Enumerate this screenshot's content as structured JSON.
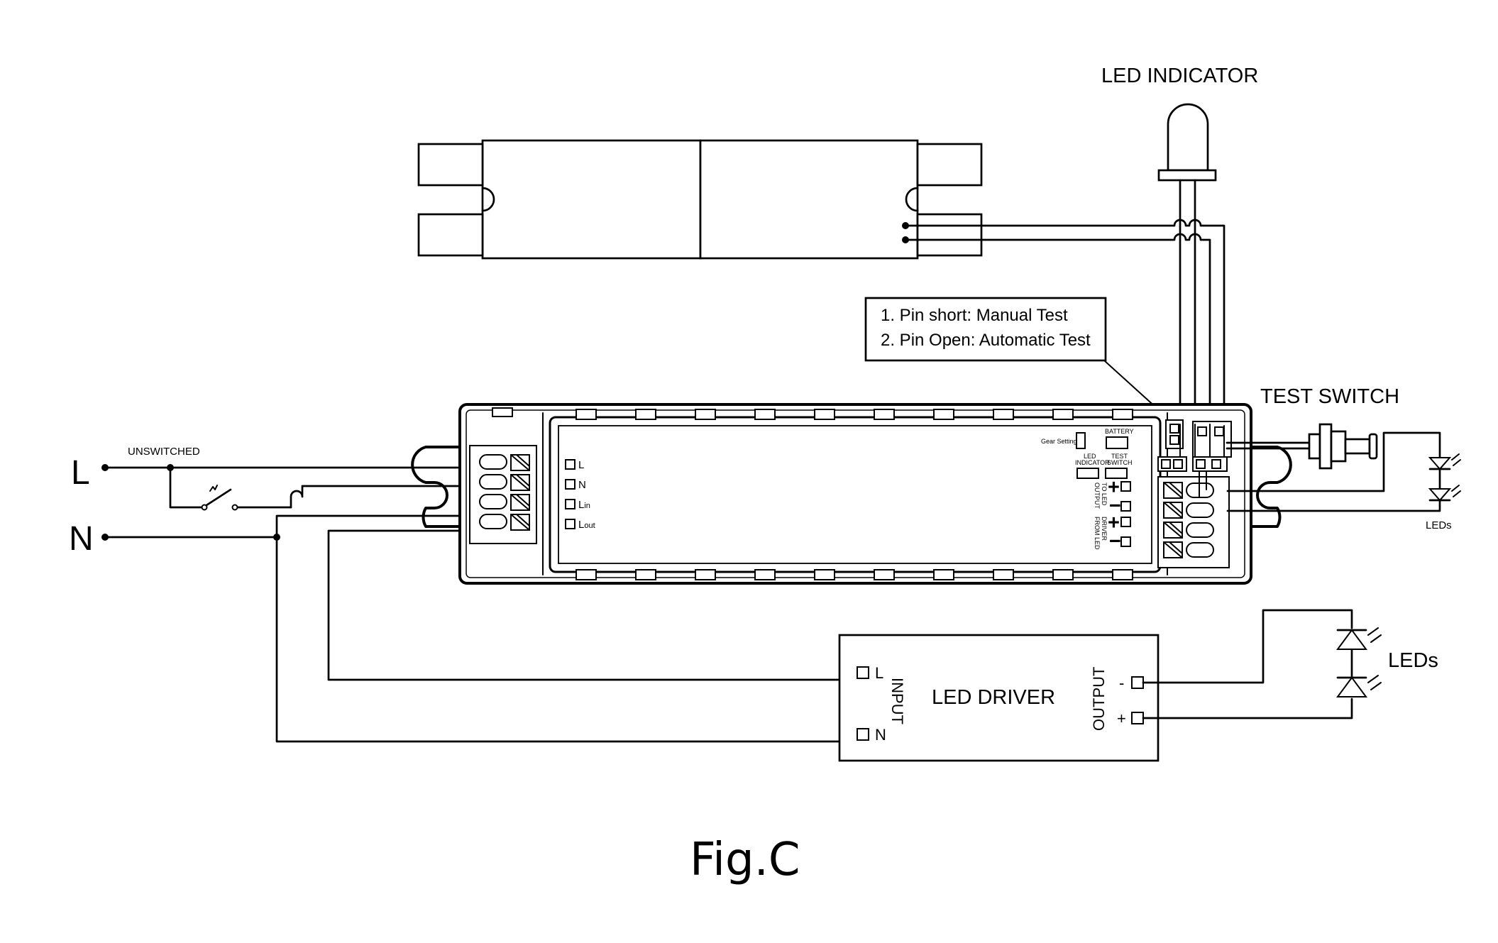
{
  "supply": {
    "line_label": "L",
    "neutral_label": "N",
    "unswitched_label": "UNSWITCHED"
  },
  "fixture": {},
  "led_indicator": {
    "label": "LED INDICATOR"
  },
  "test_note": {
    "line1": "1. Pin short: Manual Test",
    "line2": "2. Pin Open: Automatic Test"
  },
  "test_switch": {
    "label": "TEST SWITCH"
  },
  "emergency_module": {
    "terminals": [
      "L",
      "N",
      "L",
      "L"
    ],
    "terminal_subscripts": [
      "",
      "",
      "in",
      "out"
    ],
    "gear_setting": "Gear Setting",
    "battery": "BATTERY",
    "led_indicator_small_1": "LED",
    "led_indicator_small_2": "INDICATOR",
    "test_switch_small_1": "TEST",
    "test_switch_small_2": "SWITCH",
    "output_to_led_1": "OUTPUT",
    "output_to_led_2": "TO LED",
    "from_led_driver_1": "FROM LED",
    "from_led_driver_2": "DRIVER",
    "plus": "+",
    "minus": "−",
    "leds_label": "LEDs"
  },
  "led_driver": {
    "title": "LED DRIVER",
    "input_label": "INPUT",
    "output_label": "OUTPUT",
    "input_l": "L",
    "input_n": "N",
    "output_minus": "-",
    "output_plus": "+"
  },
  "leds_label": "LEDs",
  "figure_label": "Fig.C"
}
